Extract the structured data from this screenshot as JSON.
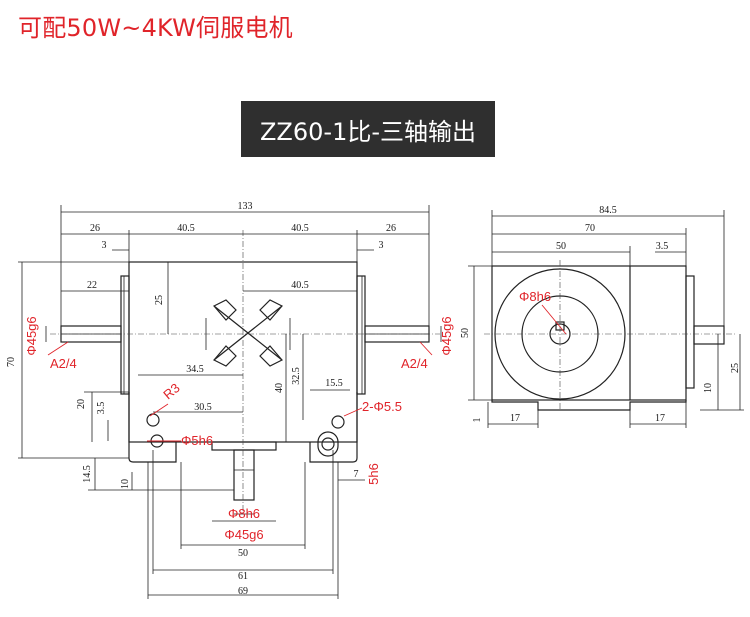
{
  "header": {
    "text": "可配50W~4KW伺服电机"
  },
  "title": {
    "text": "ZZ60-1比-三轴输出"
  },
  "dims": {
    "d133": "133",
    "d26l": "26",
    "d405l": "40.5",
    "d405r": "40.5",
    "d26r": "26",
    "d3l": "3",
    "d3r": "3",
    "d22": "22",
    "d25": "25",
    "d405m": "40.5",
    "d345": "34.5",
    "d40": "40",
    "d325": "32.5",
    "d155": "15.5",
    "d305": "30.5",
    "d70": "70",
    "d20": "20",
    "d35": "3.5",
    "d145": "14.5",
    "d10": "10",
    "d7": "7",
    "d50b": "50",
    "d61": "61",
    "d69": "69",
    "r845": "84.5",
    "r70": "70",
    "r50": "50",
    "r35": "3.5",
    "r50v": "50",
    "r25": "25",
    "r10": "10",
    "r1": "1",
    "r17l": "17",
    "r17r": "17"
  },
  "labels": {
    "phi45g6_left": "Φ45g6",
    "a24_left": "A2/4",
    "phi45g6_right": "Φ45g6",
    "a24_right": "A2/4",
    "r3": "R3",
    "phi5h6": "Φ5h6",
    "two_phi55": "2-Φ5.5",
    "fivh6": "5h6",
    "phi8h6_bottom": "Φ8h6",
    "phi45g6_bottom": "Φ45g6",
    "phi8h6_side": "Φ8h6"
  }
}
